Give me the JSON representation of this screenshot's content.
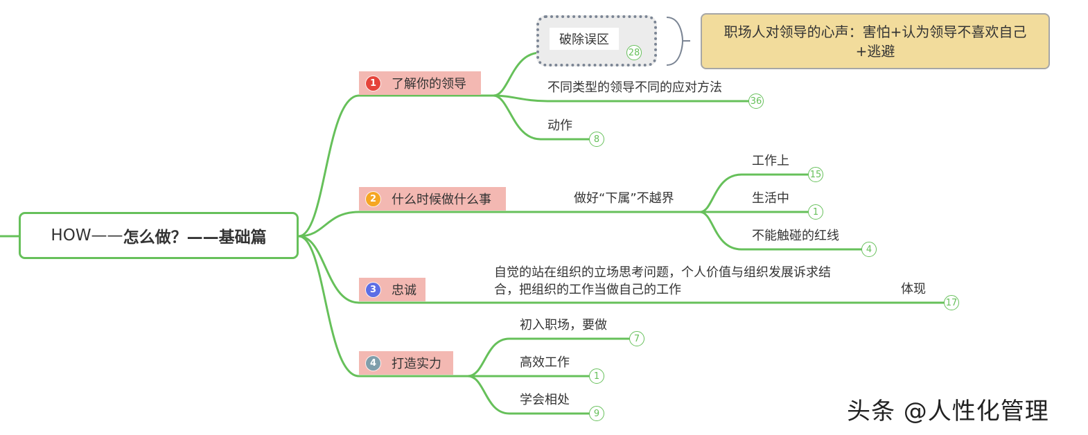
{
  "root": {
    "prefix": "HOW——",
    "bold": "怎么做？——基础篇"
  },
  "branches": [
    {
      "num": "1",
      "color": "#e5433a",
      "label": "了解你的领导",
      "children": [
        {
          "label": "破除误区",
          "count": "28"
        },
        {
          "label": "不同类型的领导不同的应对方法",
          "count": "36"
        },
        {
          "label": "动作",
          "count": "8"
        }
      ],
      "note": "职场人对领导的心声：害怕+认为领导不喜欢自己+逃避"
    },
    {
      "num": "2",
      "color": "#f5a623",
      "label": "什么时候做什么事",
      "sub": "做好“下属”不越界",
      "children": [
        {
          "label": "工作上",
          "count": "15"
        },
        {
          "label": "生活中",
          "count": "1"
        },
        {
          "label": "不能触碰的红线",
          "count": "4"
        }
      ]
    },
    {
      "num": "3",
      "color": "#5c6ee5",
      "label": "忠诚",
      "text": "自觉的站在组织的立场思考问题，个人价值与组织发展诉求结合，把组织的工作当做自己的工作",
      "child": {
        "label": "体现",
        "count": "17"
      }
    },
    {
      "num": "4",
      "color": "#7f9eab",
      "label": "打造实力",
      "children": [
        {
          "label": "初入职场，要做",
          "count": "7"
        },
        {
          "label": "高效工作",
          "count": "1"
        },
        {
          "label": "学会相处",
          "count": "9"
        }
      ]
    }
  ],
  "watermark": "头条 @人性化管理",
  "colors": {
    "line": "#66c05a",
    "branch_bg": "#f3b8b2",
    "note_bg": "#f2dc9c"
  }
}
